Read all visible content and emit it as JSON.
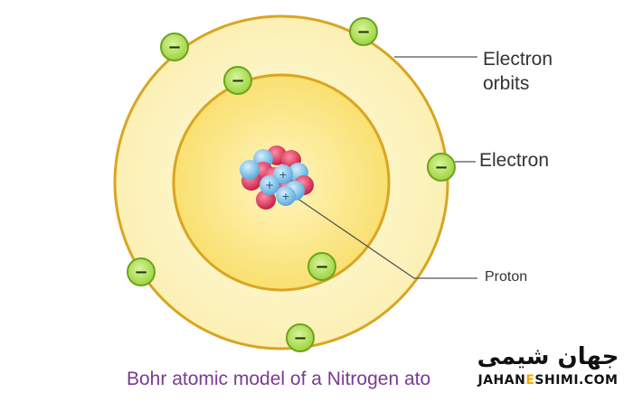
{
  "labels": {
    "electron_orbits": "Electron\norbits",
    "electron": "Electron",
    "proton": "Proton"
  },
  "caption": "Bohr atomic model of a Nitrogen ato",
  "electron_symbol": "−",
  "proton_symbol": "+",
  "watermark": {
    "logo_text": "جهان شیمی",
    "site_prefix": "JAHAN",
    "site_e": "E",
    "site_suffix": "SHIMI.COM"
  },
  "colors": {
    "orbit_ring": "#d9a521",
    "outer_fill": "#fdf6c6",
    "inner_fill": "#fce97a",
    "electron_fill": "#b6e25a",
    "electron_stroke": "#6aa51c",
    "proton_fill": "#8ec7ec",
    "neutron_fill": "#e0385e",
    "leader_line": "#555555"
  }
}
